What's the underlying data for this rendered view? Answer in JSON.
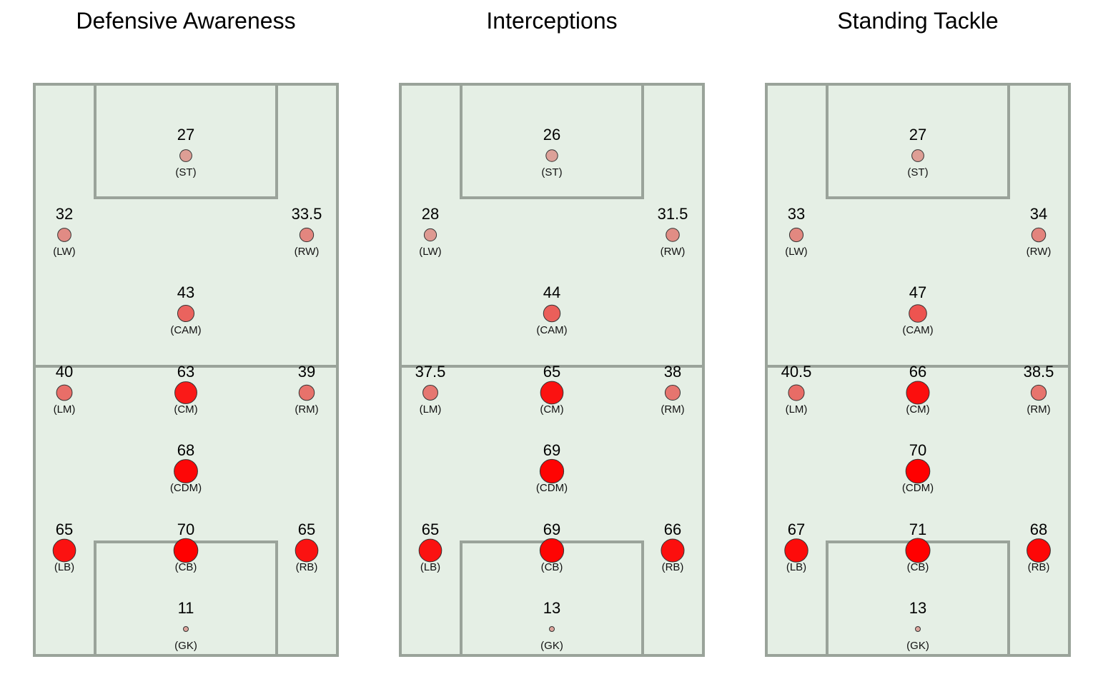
{
  "chart_data": [
    {
      "type": "scatter",
      "title": "Defensive Awareness",
      "points": [
        {
          "position": "(ST)",
          "value": "27"
        },
        {
          "position": "(LW)",
          "value": "32"
        },
        {
          "position": "(RW)",
          "value": "33.5"
        },
        {
          "position": "(CAM)",
          "value": "43"
        },
        {
          "position": "(LM)",
          "value": "40"
        },
        {
          "position": "(CM)",
          "value": "63"
        },
        {
          "position": "(RM)",
          "value": "39"
        },
        {
          "position": "(CDM)",
          "value": "68"
        },
        {
          "position": "(LB)",
          "value": "65"
        },
        {
          "position": "(CB)",
          "value": "70"
        },
        {
          "position": "(RB)",
          "value": "65"
        },
        {
          "position": "(GK)",
          "value": "11"
        }
      ]
    },
    {
      "type": "scatter",
      "title": "Interceptions",
      "points": [
        {
          "position": "(ST)",
          "value": "26"
        },
        {
          "position": "(LW)",
          "value": "28"
        },
        {
          "position": "(RW)",
          "value": "31.5"
        },
        {
          "position": "(CAM)",
          "value": "44"
        },
        {
          "position": "(LM)",
          "value": "37.5"
        },
        {
          "position": "(CM)",
          "value": "65"
        },
        {
          "position": "(RM)",
          "value": "38"
        },
        {
          "position": "(CDM)",
          "value": "69"
        },
        {
          "position": "(LB)",
          "value": "65"
        },
        {
          "position": "(CB)",
          "value": "69"
        },
        {
          "position": "(RB)",
          "value": "66"
        },
        {
          "position": "(GK)",
          "value": "13"
        }
      ]
    },
    {
      "type": "scatter",
      "title": "Standing Tackle",
      "points": [
        {
          "position": "(ST)",
          "value": "27"
        },
        {
          "position": "(LW)",
          "value": "33"
        },
        {
          "position": "(RW)",
          "value": "34"
        },
        {
          "position": "(CAM)",
          "value": "47"
        },
        {
          "position": "(LM)",
          "value": "40.5"
        },
        {
          "position": "(CM)",
          "value": "66"
        },
        {
          "position": "(RM)",
          "value": "38.5"
        },
        {
          "position": "(CDM)",
          "value": "70"
        },
        {
          "position": "(LB)",
          "value": "67"
        },
        {
          "position": "(CB)",
          "value": "71"
        },
        {
          "position": "(RB)",
          "value": "68"
        },
        {
          "position": "(GK)",
          "value": "13"
        }
      ]
    }
  ],
  "colors": {
    "pitch_fill": "#e5efe5",
    "pitch_lines": "#9aa39a",
    "low": "#dca59c",
    "high": "#ff0000"
  }
}
